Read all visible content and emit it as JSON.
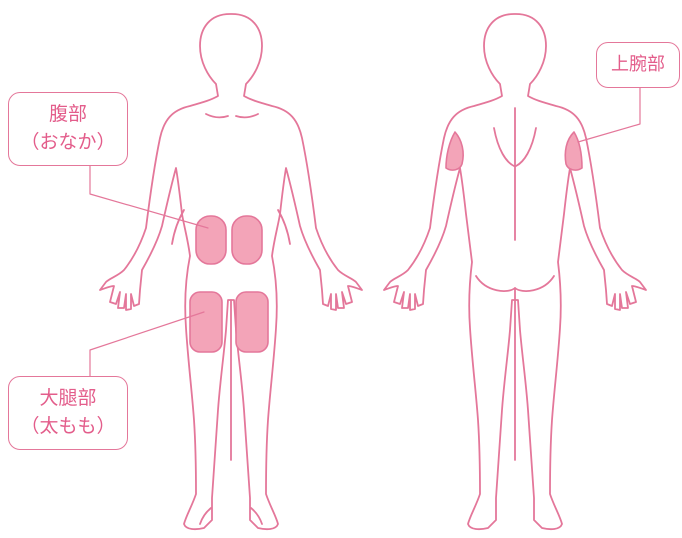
{
  "colors": {
    "outline": "#e4779a",
    "site_fill": "#f3a4b8",
    "text": "#e35d8b"
  },
  "labels": {
    "abdomen": {
      "line1": "腹部",
      "line2": "（おなか）"
    },
    "thigh": {
      "line1": "大腿部",
      "line2": "（太もも）"
    },
    "upper_arm": {
      "line1": "上腕部"
    }
  },
  "figures": {
    "front": {
      "view": "front",
      "icon": "body-outline-front-icon"
    },
    "back": {
      "view": "back",
      "icon": "body-outline-back-icon"
    }
  }
}
